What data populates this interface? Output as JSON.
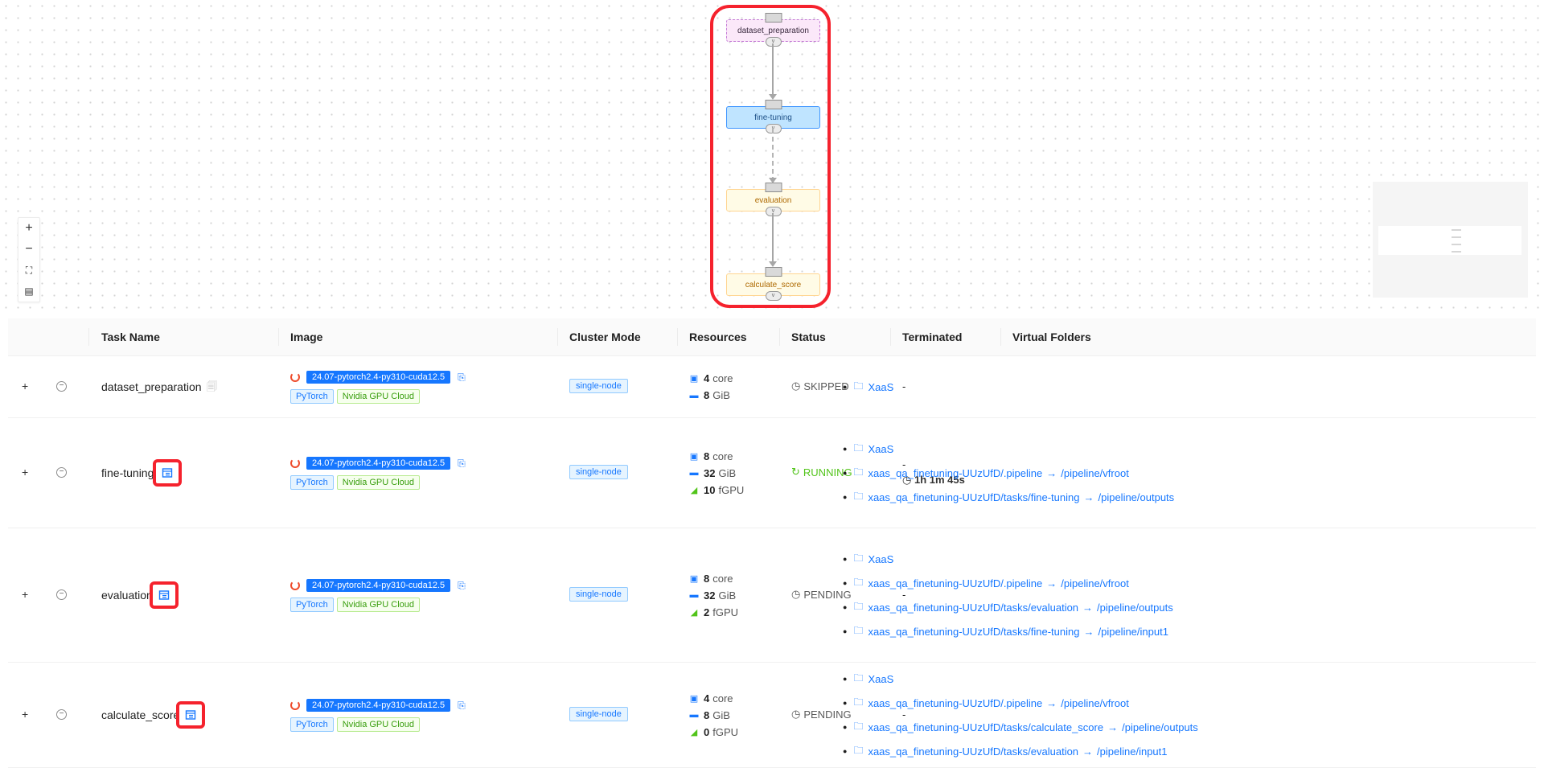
{
  "canvas": {
    "controls": {
      "zoom_in": "+",
      "zoom_out": "−",
      "fit_view": "⛶",
      "toggle_minimap": "▤"
    },
    "nodes": [
      {
        "label": "dataset_preparation",
        "bg": "#fbe8f9",
        "border": "#c47bd6",
        "text": "#3a2a3f",
        "style": "dashed"
      },
      {
        "label": "fine-tuning",
        "bg": "#bfe4ff",
        "border": "#4096ff",
        "text": "#1d4f86",
        "style": "solid"
      },
      {
        "label": "evaluation",
        "bg": "#fffbe6",
        "border": "#ffd591",
        "text": "#ad6800",
        "style": "solid"
      },
      {
        "label": "calculate_score",
        "bg": "#fffbe6",
        "border": "#ffd591",
        "text": "#ad6800",
        "style": "solid"
      }
    ],
    "port_glyph": "v"
  },
  "table": {
    "columns": [
      "Task Name",
      "Image",
      "Cluster Mode",
      "Resources",
      "Status",
      "Terminated",
      "Virtual Folders"
    ],
    "expand_glyph": "+",
    "collapse_glyph": "−",
    "rows": [
      {
        "name": "dataset_preparation",
        "image": "24.07-pytorch2.4-py310-cuda12.5",
        "tags": [
          "PyTorch",
          "Nvidia GPU Cloud"
        ],
        "cluster": "single-node",
        "cpu": "4",
        "cpu_unit": "core",
        "mem": "8",
        "mem_unit": "GiB",
        "status": "SKIPPED",
        "status_color": "#595959",
        "terminated": "-",
        "folders": [
          {
            "src": "XaaS"
          }
        ]
      },
      {
        "name": "fine-tuning",
        "image": "24.07-pytorch2.4-py310-cuda12.5",
        "tags": [
          "PyTorch",
          "Nvidia GPU Cloud"
        ],
        "cluster": "single-node",
        "cpu": "8",
        "cpu_unit": "core",
        "mem": "32",
        "mem_unit": "GiB",
        "gpu": "10",
        "gpu_unit": "fGPU",
        "status": "RUNNING",
        "status_color": "#52c41a",
        "terminated": "-",
        "duration": "1h 1m 45s",
        "folders": [
          {
            "src": "XaaS"
          },
          {
            "src": "xaas_qa_finetuning-UUzUfD/.pipeline",
            "dst": "/pipeline/vfroot"
          },
          {
            "src": "xaas_qa_finetuning-UUzUfD/tasks/fine-tuning",
            "dst": "/pipeline/outputs"
          }
        ]
      },
      {
        "name": "evaluation",
        "image": "24.07-pytorch2.4-py310-cuda12.5",
        "tags": [
          "PyTorch",
          "Nvidia GPU Cloud"
        ],
        "cluster": "single-node",
        "cpu": "8",
        "cpu_unit": "core",
        "mem": "32",
        "mem_unit": "GiB",
        "gpu": "2",
        "gpu_unit": "fGPU",
        "status": "PENDING",
        "status_color": "#595959",
        "terminated": "-",
        "folders": [
          {
            "src": "XaaS"
          },
          {
            "src": "xaas_qa_finetuning-UUzUfD/.pipeline",
            "dst": "/pipeline/vfroot"
          },
          {
            "src": "xaas_qa_finetuning-UUzUfD/tasks/evaluation",
            "dst": "/pipeline/outputs"
          },
          {
            "src": "xaas_qa_finetuning-UUzUfD/tasks/fine-tuning",
            "dst": "/pipeline/input1"
          }
        ]
      },
      {
        "name": "calculate_score",
        "image": "24.07-pytorch2.4-py310-cuda12.5",
        "tags": [
          "PyTorch",
          "Nvidia GPU Cloud"
        ],
        "cluster": "single-node",
        "cpu": "4",
        "cpu_unit": "core",
        "mem": "8",
        "mem_unit": "GiB",
        "gpu": "0",
        "gpu_unit": "fGPU",
        "status": "PENDING",
        "status_color": "#595959",
        "terminated": "-",
        "folders": [
          {
            "src": "XaaS"
          },
          {
            "src": "xaas_qa_finetuning-UUzUfD/.pipeline",
            "dst": "/pipeline/vfroot"
          },
          {
            "src": "xaas_qa_finetuning-UUzUfD/tasks/calculate_score",
            "dst": "/pipeline/outputs"
          },
          {
            "src": "xaas_qa_finetuning-UUzUfD/tasks/evaluation",
            "dst": "/pipeline/input1"
          }
        ]
      }
    ]
  },
  "colors": {
    "accent": "#1677ff",
    "highlight": "#f5222d",
    "running": "#52c41a",
    "gpu": "#52c41a"
  },
  "icons": {
    "spinner": "pytorch-icon",
    "copy": "copy-icon",
    "cpu": "cpu-icon",
    "memory": "memory-icon",
    "gpu": "gpu-icon",
    "skipped": "clock-icon",
    "running": "sync-icon",
    "pending": "clock-icon",
    "folder": "folder-icon",
    "task_detail": "task-detail-icon"
  }
}
